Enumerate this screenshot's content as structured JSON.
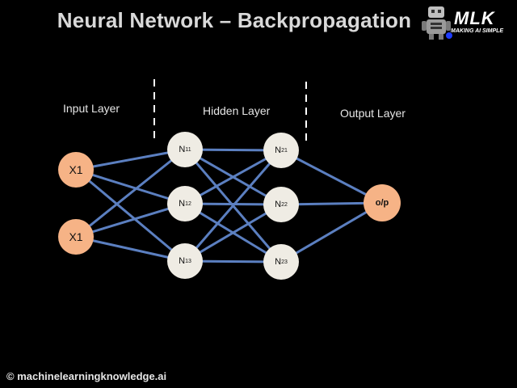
{
  "title": "Neural Network – Backpropagation",
  "logo": {
    "text": "MLK",
    "tagline": "MAKING AI SIMPLE"
  },
  "layers": {
    "input": "Input Layer",
    "hidden": "Hidden Layer",
    "output": "Output Layer"
  },
  "nodes": {
    "input": [
      {
        "label": "X1"
      },
      {
        "label": "X1"
      }
    ],
    "hidden1": [
      {
        "base": "N",
        "sub": "11"
      },
      {
        "base": "N",
        "sub": "12"
      },
      {
        "base": "N",
        "sub": "13"
      }
    ],
    "hidden2": [
      {
        "base": "N",
        "sub": "21"
      },
      {
        "base": "N",
        "sub": "22"
      },
      {
        "base": "N",
        "sub": "23"
      }
    ],
    "output": [
      {
        "label": "o/p"
      }
    ]
  },
  "footer": "© machinelearningknowledge.ai",
  "colors": {
    "edge": "#5b7fc0",
    "input_node": "#f6b386",
    "hidden_node": "#efece4",
    "output_node": "#f6b386",
    "divider": "#ffffff"
  }
}
